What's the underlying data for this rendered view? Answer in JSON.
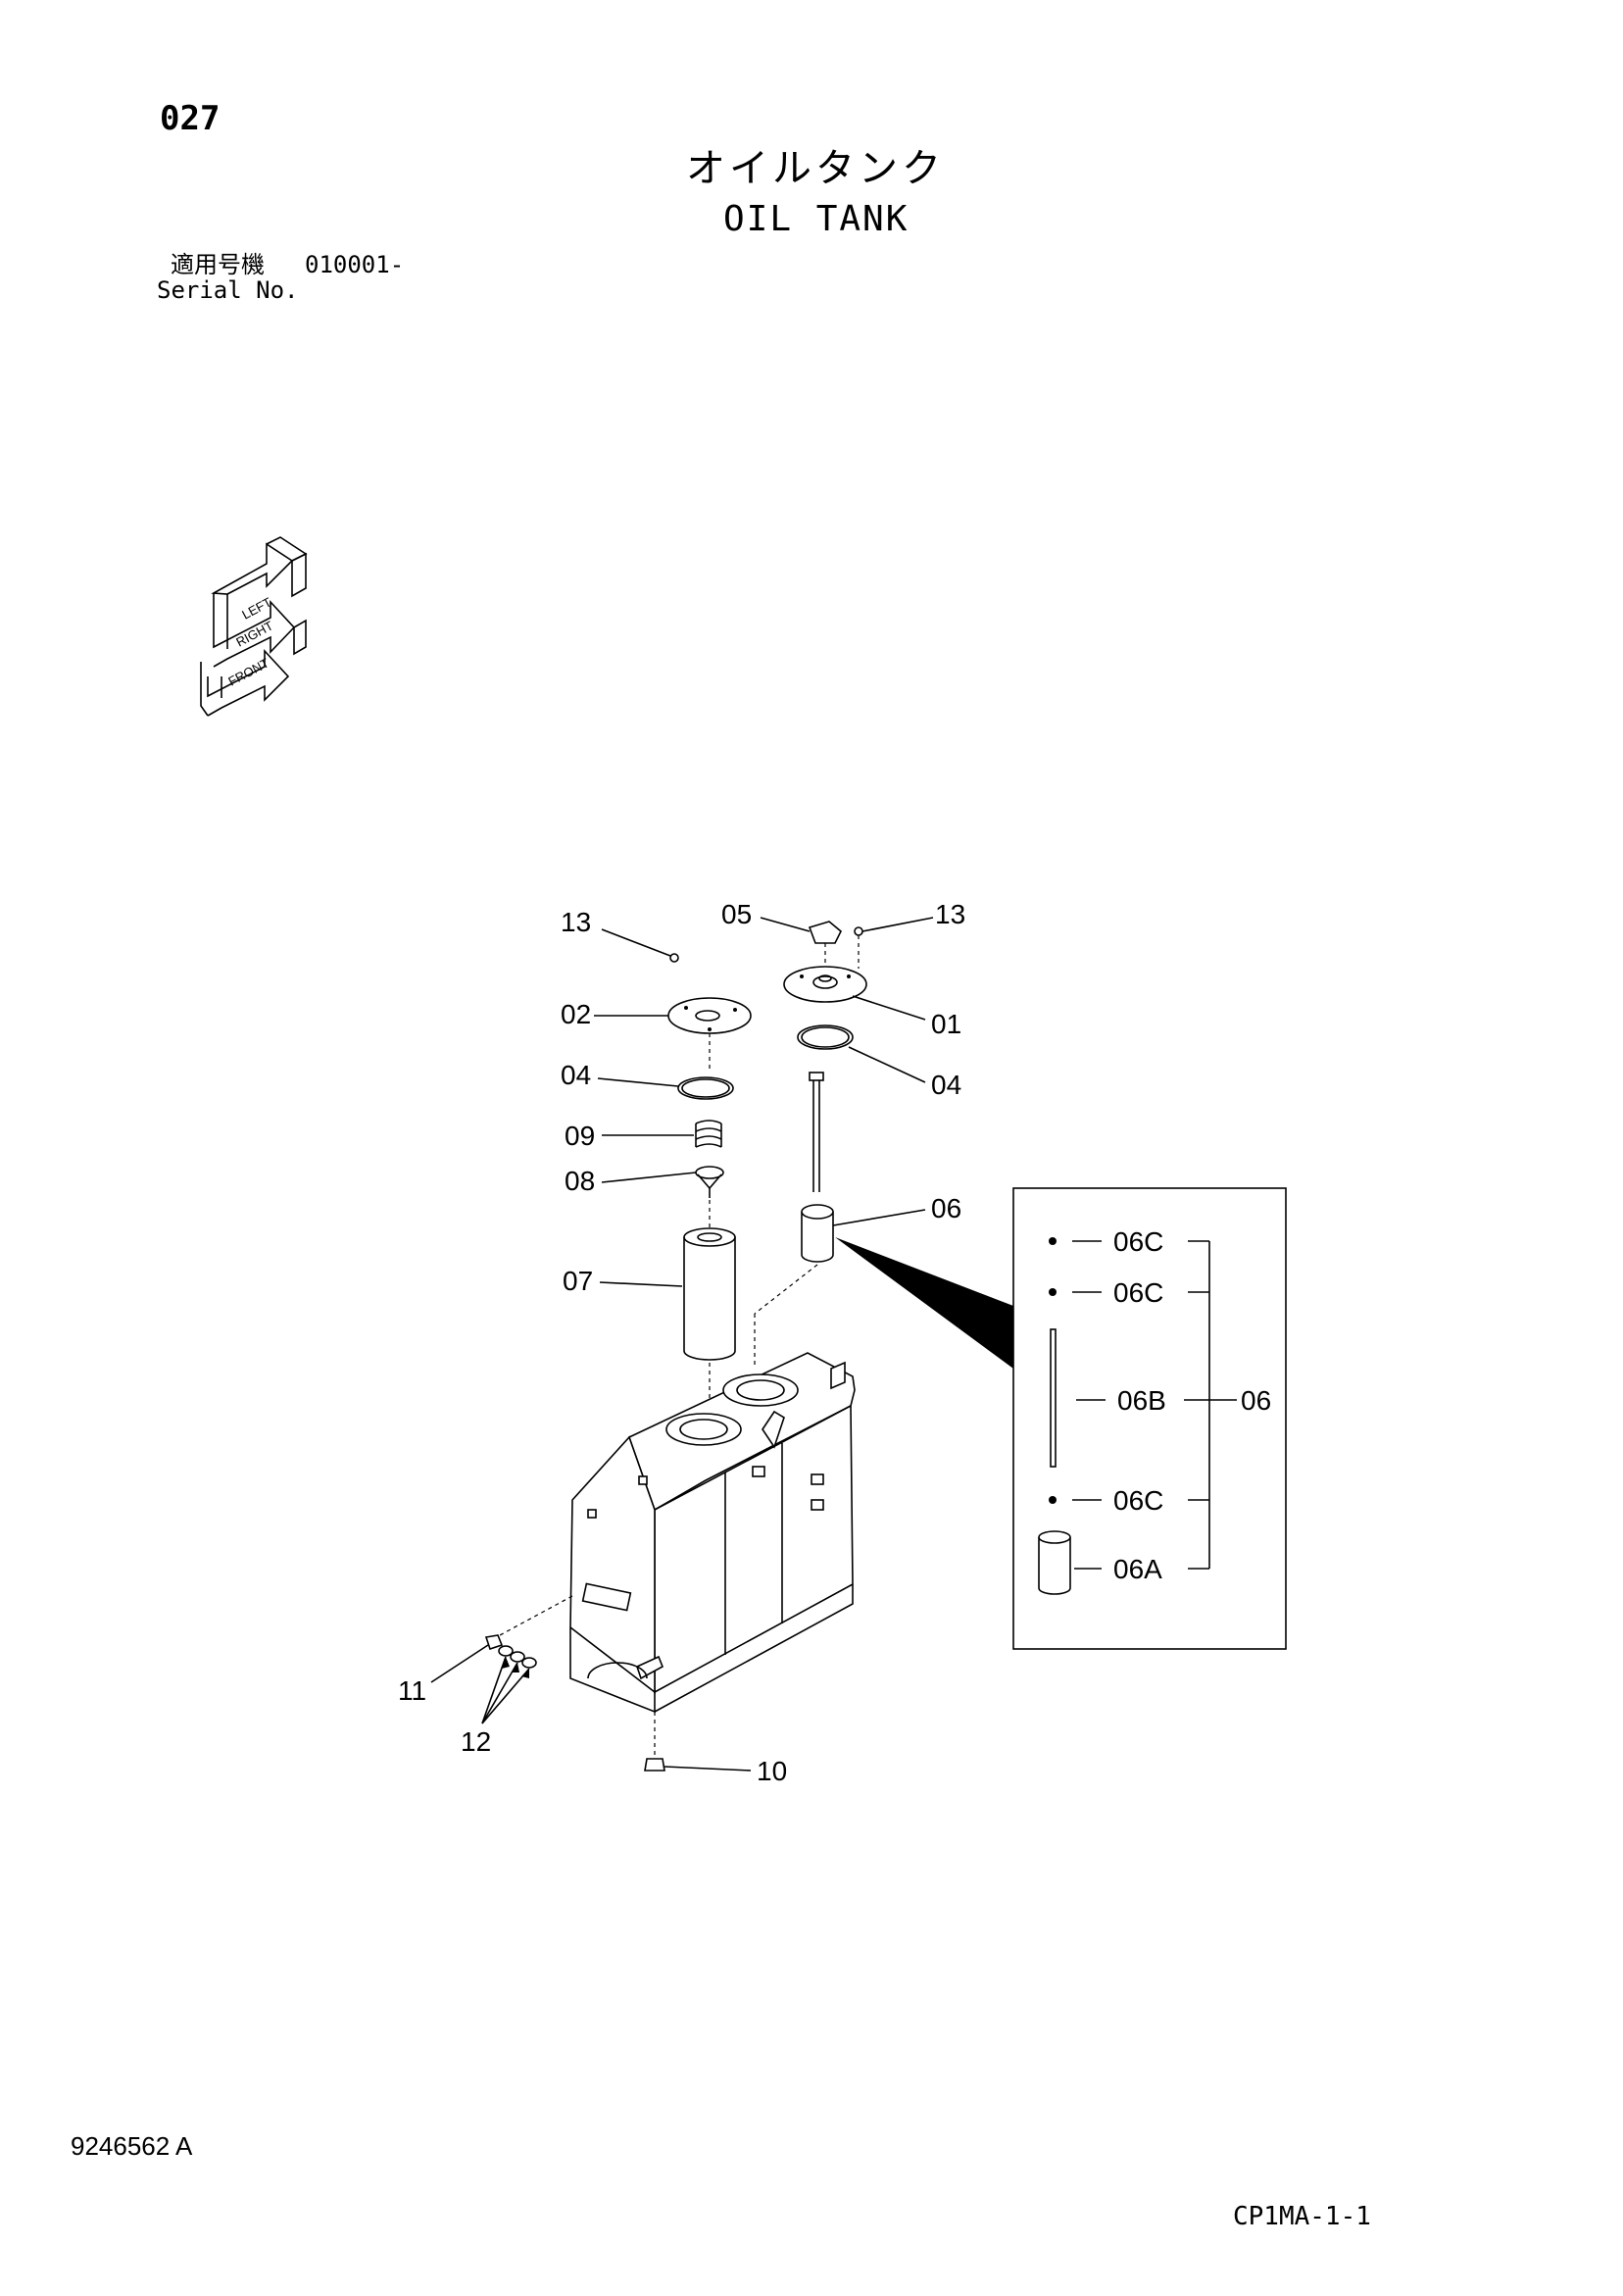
{
  "page_number": "027",
  "title_ja": "オイルタンク",
  "title_en": "OIL TANK",
  "serial": {
    "label_ja": "適用号機",
    "range": "010001-",
    "label_en": "Serial No."
  },
  "direction_marker": {
    "labels": [
      "LEFT",
      "RIGHT",
      "FRONT"
    ]
  },
  "part_callouts": {
    "p13a": "13",
    "p13b": "13",
    "p05": "05",
    "p02": "02",
    "p01": "01",
    "p04a": "04",
    "p04b": "04",
    "p09": "09",
    "p08": "08",
    "p06": "06",
    "p07": "07",
    "p11": "11",
    "p12": "12",
    "p10": "10"
  },
  "detail_box": {
    "items": [
      "06C",
      "06C",
      "06B",
      "06C",
      "06A"
    ],
    "group": "06"
  },
  "doc_number": "9246562 A",
  "sheet_code": "CP1MA-1-1"
}
